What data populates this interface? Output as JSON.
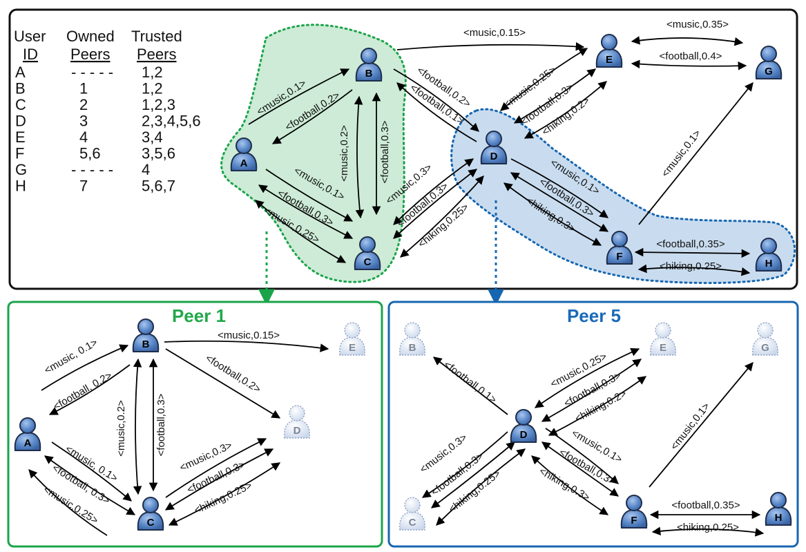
{
  "table": {
    "headers": [
      [
        "User",
        "ID"
      ],
      [
        "Owned",
        "Peers"
      ],
      [
        "Trusted",
        "Peers"
      ]
    ],
    "rows": [
      [
        "A",
        "- - - - -",
        "1,2"
      ],
      [
        "B",
        "1",
        "1,2"
      ],
      [
        "C",
        "2",
        "1,2,3"
      ],
      [
        "D",
        "3",
        "2,3,4,5,6"
      ],
      [
        "E",
        "4",
        "3,4"
      ],
      [
        "F",
        "5,6",
        "3,5,6"
      ],
      [
        "G",
        "- - - - -",
        "4"
      ],
      [
        "H",
        "7",
        "5,6,7"
      ]
    ]
  },
  "colors": {
    "peer1_border": "#1aa44a",
    "peer1_fill": "#cdebd6",
    "peer1_title": "#22a84a",
    "peer5_border": "#1666b0",
    "peer5_fill": "#c9dcef",
    "peer5_title": "#1a6ab8",
    "user_icon": "#5a88c8",
    "ghost_icon": "#d2dced"
  },
  "panels": {
    "peer1_title": "Peer 1",
    "peer5_title": "Peer 5"
  },
  "top_nodes": [
    "A",
    "B",
    "C",
    "D",
    "E",
    "F",
    "G",
    "H"
  ],
  "top_labels": [
    "<music,0.15>",
    "<music,0.35>",
    "<football,0.4>",
    "<music,0.1>",
    "<football,0.2>",
    "<music,0.2>",
    "<football,0.3>",
    "<football,0.2>",
    "<football,0.1>",
    "<music,0.25>",
    "<football,0.3>",
    "<hiking,0.2>",
    "<music,0.1>",
    "<football,0.3>",
    "<music,0.25>",
    "<music,0.3>",
    "<football,0.3>",
    "<hiking,0.25>",
    "<music,0.1>",
    "<football,0.3>",
    "<hiking,0.3>",
    "<music,0.1>",
    "<football,0.35>",
    "<hiking,0.25>"
  ],
  "peer1_nodes": [
    "B",
    "E",
    "A",
    "D",
    "C"
  ],
  "peer1_labels": [
    "<music,0.15>",
    "<music, 0.1>",
    "<football, 0.2>",
    "<music,0.2>",
    "<football,0.3>",
    "<football,0.2>",
    "<music, 0.1>",
    "<football, 0.3>",
    "<music,0.25>",
    "<music,0.3>",
    "<football,0.3>",
    "<hiking,0.25>"
  ],
  "peer5_nodes": [
    "B",
    "E",
    "G",
    "D",
    "C",
    "F",
    "H"
  ],
  "peer5_labels": [
    "<football,0.1>",
    "<music,0.25>",
    "<football,0.3>",
    "<hiking,0.2>",
    "<music,0.3>",
    "<football,0.3>",
    "<hiking,0.25>",
    "<music,0.1>",
    "<football,0.3>",
    "<hiking,0.3>",
    "<music,0.1>",
    "<football,0.35>",
    "<hiking,0.25>"
  ]
}
